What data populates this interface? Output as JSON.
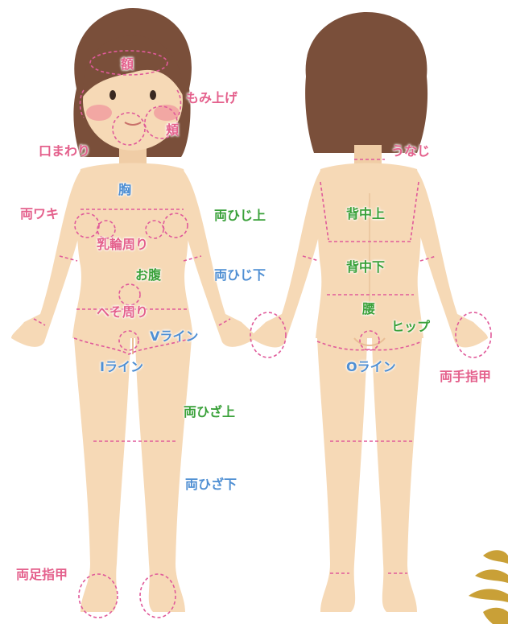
{
  "colors": {
    "pink": "#e4608c",
    "green": "#3aa13a",
    "blue": "#4f8fd3",
    "skin": "#f6d9b6",
    "skin_shadow": "#e9bd95",
    "hair": "#7a4f3a",
    "cheek": "#f2a7a3",
    "dashed_line": "#e05a9a",
    "ornament": "#c9a037"
  },
  "front_labels": {
    "forehead": "額",
    "sideburns": "もみ上げ",
    "cheeks": "頬",
    "around_mouth": "口まわり",
    "chest": "胸",
    "underarms": "両ワキ",
    "upper_arms": "両ひじ上",
    "around_nipples": "乳輪周り",
    "stomach": "お腹",
    "lower_arms": "両ひじ下",
    "around_navel": "へそ周り",
    "v_line": "Vライン",
    "i_line": "Iライン",
    "above_knees": "両ひざ上",
    "below_knees": "両ひざ下",
    "toes": "両足指甲"
  },
  "back_labels": {
    "nape": "うなじ",
    "upper_back": "背中上",
    "lower_back": "背中下",
    "waist": "腰",
    "hips": "ヒップ",
    "o_line": "Oライン",
    "hands_fingers": "両手指甲"
  },
  "icons": [
    "front-body-figure",
    "back-body-figure",
    "ornament-leaf-icon"
  ]
}
